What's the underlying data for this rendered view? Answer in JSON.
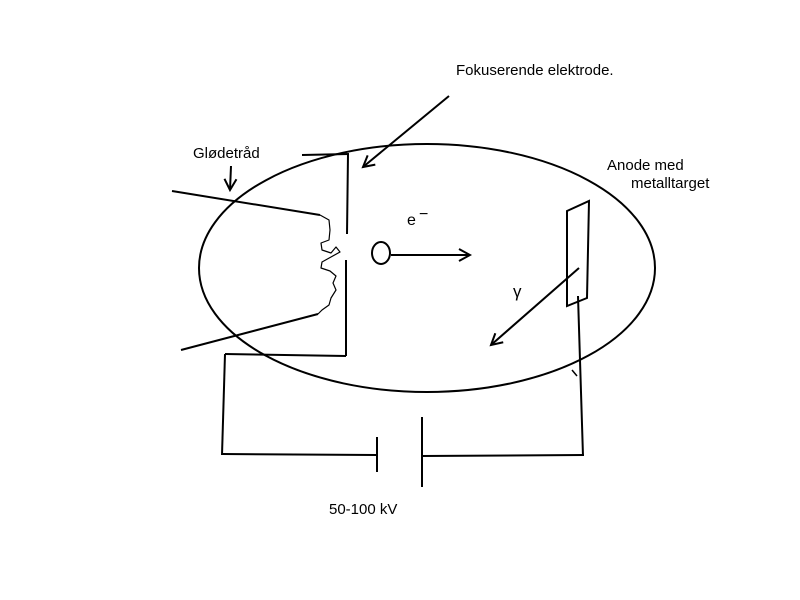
{
  "labels": {
    "focusing_electrode": "Fokuserende elektrode.",
    "filament": "Glødetråd",
    "anode_line1": "Anode med",
    "anode_line2": "metalltarget",
    "electron_symbol": "e",
    "electron_charge": "−",
    "gamma_symbol": "γ",
    "voltage": "50-100 kV"
  },
  "colors": {
    "stroke": "#000000",
    "background": "#ffffff"
  }
}
